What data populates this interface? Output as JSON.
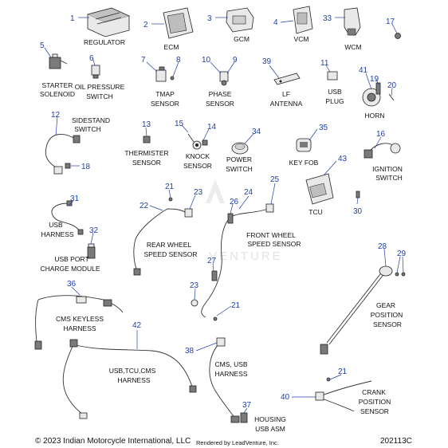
{
  "callouts": [
    "1",
    "2",
    "3",
    "4",
    "33",
    "17",
    "5",
    "6",
    "7",
    "8",
    "10",
    "9",
    "39",
    "11",
    "41",
    "19",
    "20",
    "12",
    "13",
    "15",
    "14",
    "34",
    "35",
    "16",
    "18",
    "21",
    "23",
    "22",
    "24",
    "25",
    "26",
    "43",
    "30",
    "31",
    "32",
    "27",
    "28",
    "29",
    "36",
    "42",
    "38",
    "37",
    "40"
  ],
  "labels": {
    "regulator": "REGULATOR",
    "ecm": "ECM",
    "gcm": "GCM",
    "vcm": "VCM",
    "wcm": "WCM",
    "starter_solenoid_1": "STARTER",
    "starter_solenoid_2": "SOLENOID",
    "oil_pressure_1": "OIL PRESSURE",
    "oil_pressure_2": "SWITCH",
    "tmap_1": "TMAP",
    "tmap_2": "SENSOR",
    "phase_1": "PHASE",
    "phase_2": "SENSOR",
    "lf_antenna_1": "LF",
    "lf_antenna_2": "ANTENNA",
    "usb_plug_1": "USB",
    "usb_plug_2": "PLUG",
    "horn": "HORN",
    "sidestand_1": "SIDESTAND",
    "sidestand_2": "SWITCH",
    "thermister_1": "THERMISTER",
    "thermister_2": "SENSOR",
    "knock_1": "KNOCK",
    "knock_2": "SENSOR",
    "power_switch_1": "POWER",
    "power_switch_2": "SWITCH",
    "key_fob": "KEY FOB",
    "ignition_1": "IGNITION",
    "ignition_2": "SWITCH",
    "tcu": "TCU",
    "usb_harness_1": "USB",
    "usb_harness_2": "HARNESS",
    "usb_port_1": "USB PORT",
    "usb_port_2": "CHARGE MODULE",
    "rear_wheel_1": "REAR WHEEL",
    "rear_wheel_2": "SPEED SENSOR",
    "front_wheel_1": "FRONT WHEEL",
    "front_wheel_2": "SPEED SENSOR",
    "gear_pos_1": "GEAR",
    "gear_pos_2": "POSITION",
    "gear_pos_3": "SENSOR",
    "cms_keyless_1": "CMS KEYLESS",
    "cms_keyless_2": "HARNESS",
    "usb_tcu_cms_1": "USB,TCU,CMS",
    "usb_tcu_cms_2": "HARNESS",
    "cms_usb_1": "CMS, USB",
    "cms_usb_2": "HARNESS",
    "housing_1": "HOUSING",
    "housing_2": "USB ASM",
    "crank_1": "CRANK",
    "crank_2": "POSITION",
    "crank_3": "SENSOR"
  },
  "watermark": "VENTURE",
  "footer": {
    "copyright": "© 2023 Indian Motorcycle International, LLC",
    "rendered": "Rendered by LeadVenture, Inc.",
    "code": "202113C"
  }
}
